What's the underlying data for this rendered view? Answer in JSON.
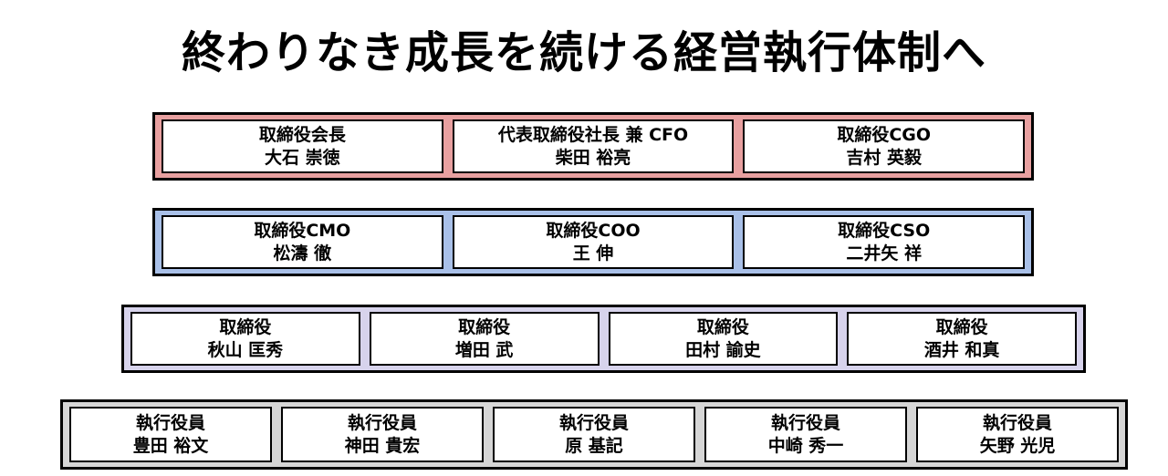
{
  "title": "終わりなき成長を続ける経営執行体制へ",
  "colors": {
    "tier1": "#e8a0a0",
    "tier2": "#a9c0e8",
    "tier3": "#d7d3ec",
    "tier4": "#d6d6d6"
  },
  "tiers": [
    {
      "members": [
        {
          "role": "取締役会長",
          "name": "大石 崇徳"
        },
        {
          "role": "代表取締役社長 兼 CFO",
          "name": "柴田 裕亮"
        },
        {
          "role": "取締役CGO",
          "name": "吉村 英毅"
        }
      ]
    },
    {
      "members": [
        {
          "role": "取締役CMO",
          "name": "松濤 徹"
        },
        {
          "role": "取締役COO",
          "name": "王 伸"
        },
        {
          "role": "取締役CSO",
          "name": "二井矢 祥"
        }
      ]
    },
    {
      "members": [
        {
          "role": "取締役",
          "name": "秋山 匡秀"
        },
        {
          "role": "取締役",
          "name": "増田 武"
        },
        {
          "role": "取締役",
          "name": "田村 諭史"
        },
        {
          "role": "取締役",
          "name": "酒井 和真"
        }
      ]
    },
    {
      "members": [
        {
          "role": "執行役員",
          "name": "豊田 裕文"
        },
        {
          "role": "執行役員",
          "name": "神田 貴宏"
        },
        {
          "role": "執行役員",
          "name": "原 基記"
        },
        {
          "role": "執行役員",
          "name": "中崎 秀一"
        },
        {
          "role": "執行役員",
          "name": "矢野 光児"
        }
      ]
    }
  ]
}
